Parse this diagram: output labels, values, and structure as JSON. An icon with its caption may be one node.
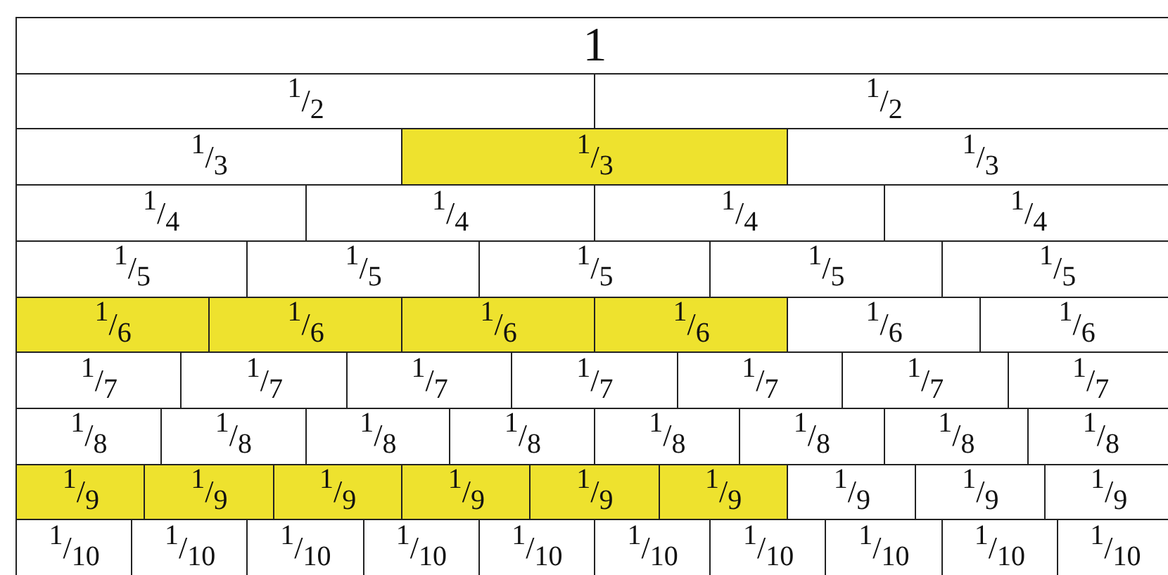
{
  "diagram": {
    "nodes": [
      {
        "text": [
          "1"
        ]
      },
      {
        "text": [
          "$^{1}$/$_{2}$"
        ]
      },
      {
        "text": [
          "$^{1}$/$_{2}$"
        ]
      },
      {
        "text": [
          "$^{1}$/$_{3}$"
        ]
      },
      {
        "text": [
          "$^{1}$/$_{3}$"
        ]
      },
      {
        "text": [
          "$^{1}$/$_{3}$"
        ]
      },
      {
        "text": [
          "$^{1}$/$_{4}$"
        ]
      },
      {
        "text": [
          "$^{1}$/$_{4}$"
        ]
      },
      {
        "text": [
          "$^{1}$/$_{4}$"
        ]
      },
      {
        "text": [
          "$^{1}$/$_{4}$"
        ]
      },
      {
        "text": [
          "$^{1}$/$_{5}$"
        ]
      },
      {
        "text": [
          "$^{1}$/$_{5}$"
        ]
      },
      {
        "text": [
          "$^{1}$/$_{5}$"
        ]
      },
      {
        "text": [
          "$^{1}$/$_{5}$"
        ]
      },
      {
        "text": [
          "$^{1}$/$_{5}$"
        ]
      },
      {
        "text": [
          "$^{1}$/$_{6}$"
        ]
      },
      {
        "text": [
          "$^{1}$/$_{6}$"
        ]
      },
      {
        "text": [
          "$^{1}$/$_{6}$"
        ]
      },
      {
        "text": [
          "$^{1}$/$_{6}$"
        ]
      },
      {
        "text": [
          "$^{1}$/$_{6}$"
        ]
      },
      {
        "text": [
          "$^{1}$/$_{6}$"
        ]
      },
      {
        "text": [
          "$^{1}$/$_{7}$"
        ]
      },
      {
        "text": [
          "$^{1}$/$_{7}$"
        ]
      },
      {
        "text": [
          "$^{1}$/$_{7}$"
        ]
      },
      {
        "text": [
          "$^{1}$/$_{7}$"
        ]
      },
      {
        "text": [
          "$^{1}$/$_{7}$"
        ]
      },
      {
        "text": [
          "$^{1}$/$_{7}$"
        ]
      },
      {
        "text": [
          "$^{1}$/$_{7}$"
        ]
      },
      {
        "text": [
          "$^{1}$/$_{8}$"
        ]
      },
      {
        "text": [
          "$^{1}$/$_{8}$"
        ]
      },
      {
        "text": [
          "$^{1}$/$_{8}$"
        ]
      },
      {
        "text": [
          "$^{1}$/$_{8}$"
        ]
      },
      {
        "text": [
          "$^{1}$/$_{8}$"
        ]
      },
      {
        "text": [
          "$^{1}$/$_{8}$"
        ]
      },
      {
        "text": [
          "$^{1}$/$_{8}$"
        ]
      },
      {
        "text": [
          "$^{1}$/$_{8}$"
        ]
      },
      {
        "text": [
          "$^{1}$/$_{9}$"
        ]
      },
      {
        "text": [
          "$^{1}$/$_{9}$"
        ]
      },
      {
        "text": [
          "$^{1}$/$_{9}$"
        ]
      },
      {
        "text": [
          "$^{1}$/$_{9}$"
        ]
      },
      {
        "text": [
          "$^{1}$/$_{9}$"
        ]
      },
      {
        "text": [
          "$^{1}$/$_{9}$"
        ]
      },
      {
        "text": [
          "$^{1}$/$_{9}$"
        ]
      },
      {
        "text": [
          "$^{1}$/$_{9}$"
        ]
      },
      {
        "text": [
          "$^{1}$/$_{9}$"
        ]
      },
      {
        "text": [
          "$^{1}$/$_{10}$"
        ]
      },
      {
        "text": [
          "$^{1}$/$_{10}$"
        ]
      },
      {
        "text": [
          "$^{1}$/$_{10}$"
        ]
      },
      {
        "text": [
          "$^{1}$/$_{10}$"
        ]
      },
      {
        "text": [
          "$^{1}$/$_{10}$"
        ]
      },
      {
        "text": [
          "$^{1}$/$_{10}$"
        ]
      },
      {
        "text": [
          "$^{1}$/$_{10}$"
        ]
      },
      {
        "text": [
          "$^{1}$/$_{10}$"
        ]
      },
      {
        "text": [
          "$^{1}$/$_{10}$"
        ]
      },
      {
        "text": [
          "$^{1}$/$_{10}$"
        ]
      }
    ]
  }
}
